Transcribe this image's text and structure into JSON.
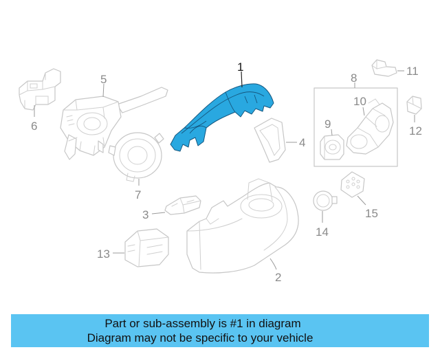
{
  "diagram": {
    "callouts": [
      "1",
      "2",
      "3",
      "4",
      "5",
      "6",
      "7",
      "8",
      "9",
      "10",
      "11",
      "12",
      "13",
      "14",
      "15"
    ]
  },
  "banner": {
    "line1": "Part or sub-assembly is #1 in diagram",
    "line2": "Diagram may not be specific to your vehicle"
  },
  "colors": {
    "highlight": "#29a8e0",
    "banner": "#5ac4f2",
    "linework": "#c6c6c6",
    "callout_text": "#8a8a8a"
  }
}
